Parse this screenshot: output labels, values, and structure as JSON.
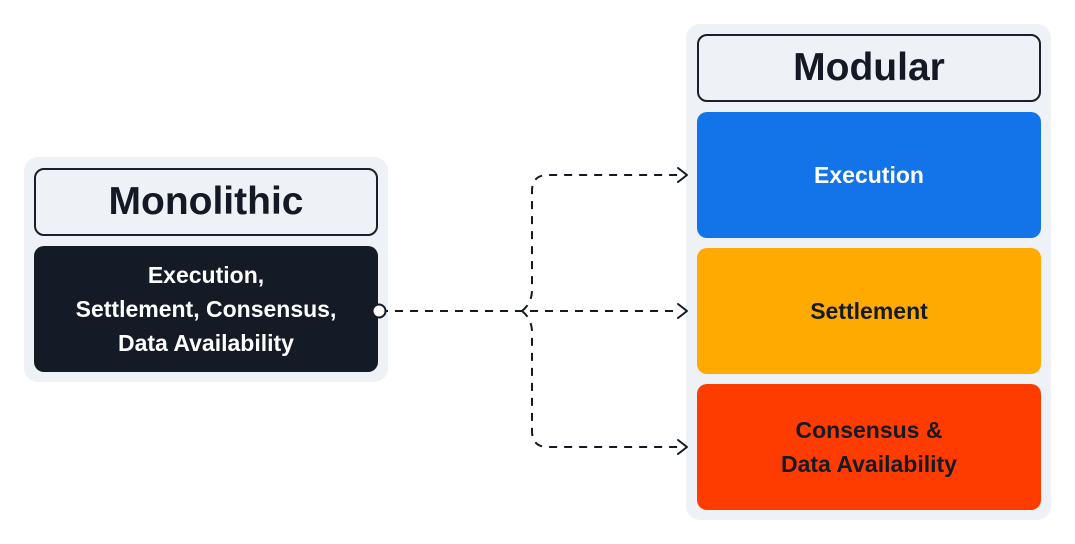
{
  "monolithic": {
    "title": "Monolithic",
    "block_lines": [
      "Execution,",
      "Settlement, Consensus,",
      "Data Availability"
    ]
  },
  "modular": {
    "title": "Modular",
    "execution": "Execution",
    "settlement": "Settlement",
    "consensus_lines": [
      "Consensus &",
      "Data Availability"
    ]
  },
  "colors": {
    "panel_bg": "#eef1f5",
    "monolithic_block": "#141a26",
    "execution": "#1373e8",
    "settlement": "#ffaa00",
    "consensus_da": "#ff3c00",
    "connector": "#141925"
  }
}
